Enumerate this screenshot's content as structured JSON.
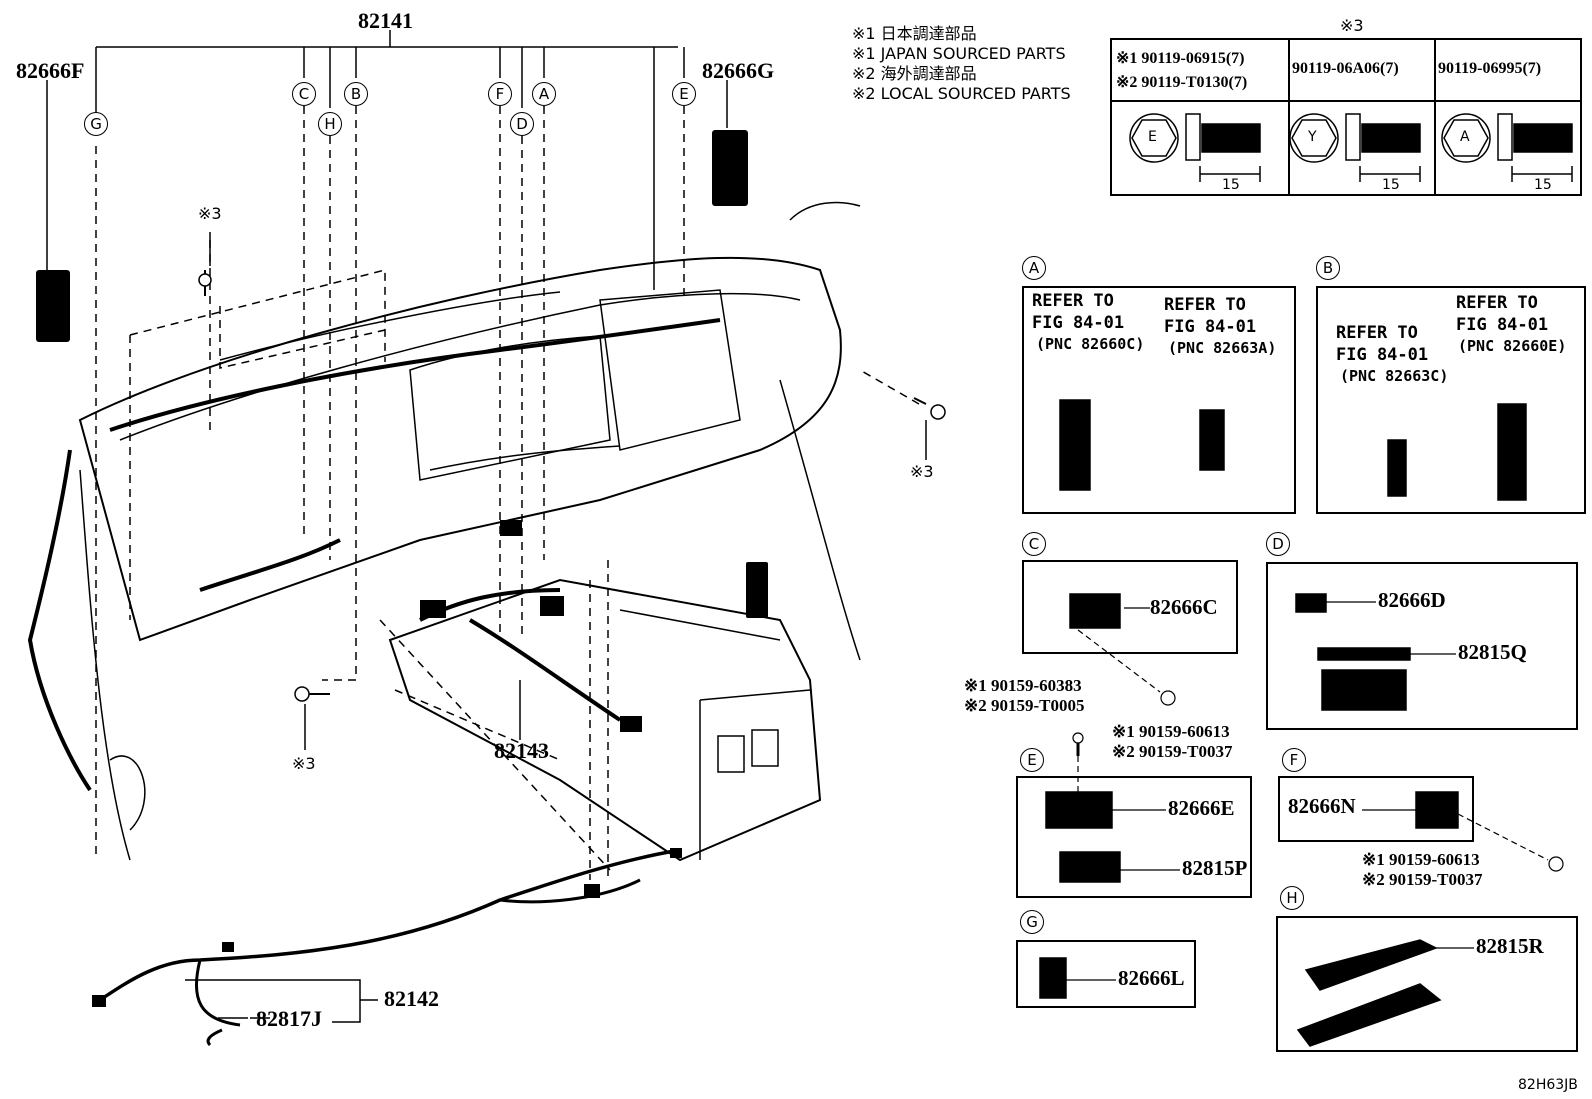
{
  "code": "82H63JB",
  "main_labels": {
    "p82141": "82141",
    "p82666F": "82666F",
    "p82666G": "82666G",
    "p82143": "82143",
    "p82142": "82142",
    "p82817J": "82817J"
  },
  "callouts": [
    "A",
    "B",
    "C",
    "D",
    "E",
    "F",
    "G",
    "H"
  ],
  "ref_mark": "※3",
  "notes": {
    "n1_jp": "※1 日本調達部品",
    "n1_en": "※1 JAPAN SOURCED PARTS",
    "n2_jp": "※2 海外調達部品",
    "n2_en": "※2 LOCAL SOURCED PARTS"
  },
  "bolt_table": {
    "header": "※3",
    "col1_line1": "※1 90119-06915(7)",
    "col1_line2": "※2 90119-T0130(7)",
    "col2": "90119-06A06(7)",
    "col3": "90119-06995(7)",
    "marks": [
      "E",
      "Y",
      "A"
    ],
    "length": "15"
  },
  "detail_A": {
    "circle": "A",
    "ref1": [
      "REFER TO",
      "FIG 84-01",
      "(PNC 82660C)"
    ],
    "ref2": [
      "REFER TO",
      "FIG 84-01",
      "(PNC 82663A)"
    ]
  },
  "detail_B": {
    "circle": "B",
    "ref1": [
      "REFER TO",
      "FIG 84-01",
      "(PNC 82663C)"
    ],
    "ref2": [
      "REFER TO",
      "FIG 84-01",
      "(PNC 82660E)"
    ]
  },
  "detail_C": {
    "circle": "C",
    "part": "82666C",
    "screw1": "※1 90159-60383",
    "screw2": "※2 90159-T0005"
  },
  "detail_D": {
    "circle": "D",
    "part1": "82666D",
    "part2": "82815Q"
  },
  "detail_E": {
    "circle": "E",
    "part1": "82666E",
    "part2": "82815P",
    "screw1": "※1 90159-60613",
    "screw2": "※2 90159-T0037"
  },
  "detail_F": {
    "circle": "F",
    "part": "82666N",
    "screw1": "※1 90159-60613",
    "screw2": "※2 90159-T0037"
  },
  "detail_G": {
    "circle": "G",
    "part": "82666L"
  },
  "detail_H": {
    "circle": "H",
    "part": "82815R"
  }
}
